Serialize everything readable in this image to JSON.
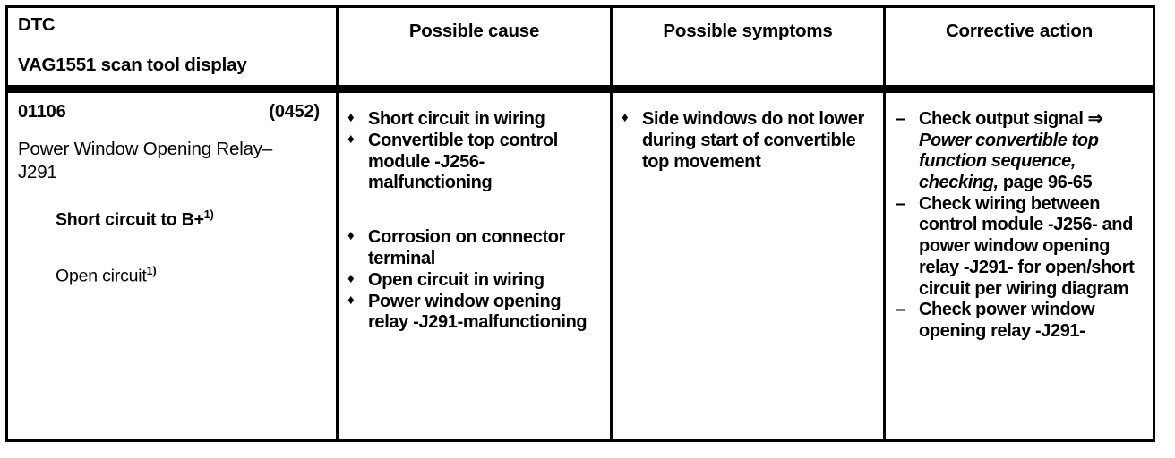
{
  "table": {
    "headers": {
      "dtc_line1": "DTC",
      "dtc_line2": "VAG1551 scan tool display",
      "cause": "Possible cause",
      "symptoms": "Possible symptoms",
      "action": "Corrective action"
    },
    "row": {
      "dtc": {
        "code": "01106",
        "code_alt": "(0452)",
        "description": "Power Window Opening Relay–J291",
        "conditions": [
          {
            "text": "Short circuit to B+",
            "footnote": "1)"
          },
          {
            "text": "Open circuit",
            "footnote": "1)"
          }
        ]
      },
      "causes_group_1": [
        "Short circuit in wiring",
        "Convertible top control module -J256- malfunctioning"
      ],
      "causes_group_2": [
        "Corrosion on connector terminal",
        "Open circuit in wiring",
        "Power window opening relay -J291-malfunctioning"
      ],
      "symptoms": [
        "Side windows do not lower during start of convertible top movement"
      ],
      "actions": [
        {
          "lead": "Check output signal ",
          "arrow": "⇒",
          "italic": " Power convertible top function sequence, checking,",
          "tail": " page 96-65"
        },
        {
          "lead": "Check wiring between control module -J256- and power window opening relay -J291- for open/short circuit per wiring diagram",
          "arrow": "",
          "italic": "",
          "tail": ""
        },
        {
          "lead": "Check power window opening relay -J291-",
          "arrow": "",
          "italic": "",
          "tail": ""
        }
      ],
      "bullet_glyph": "♦",
      "dash_glyph": "–"
    }
  }
}
